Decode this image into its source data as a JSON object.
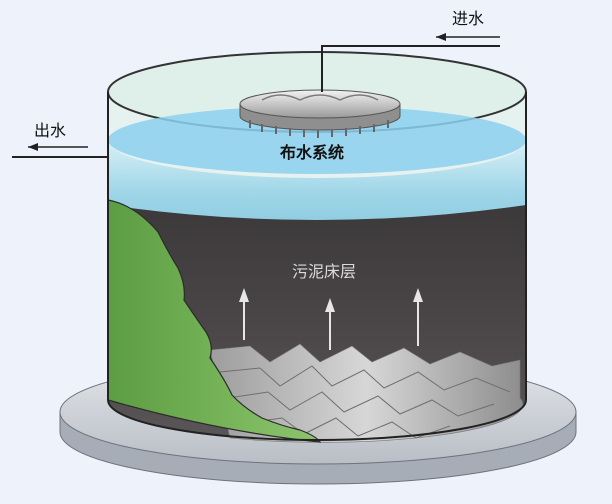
{
  "labels": {
    "inlet": "进水",
    "outlet": "出水",
    "distributor": "布水系统",
    "sludge_bed": "污泥床层"
  },
  "colors": {
    "background": "#eef3fb",
    "water": "#8fd3ee",
    "water_surface": "#7cc4ea",
    "sludge_dark": "#2f2b2e",
    "wall_green": "#6aa84f",
    "base_gray": "#c9cfd8"
  }
}
